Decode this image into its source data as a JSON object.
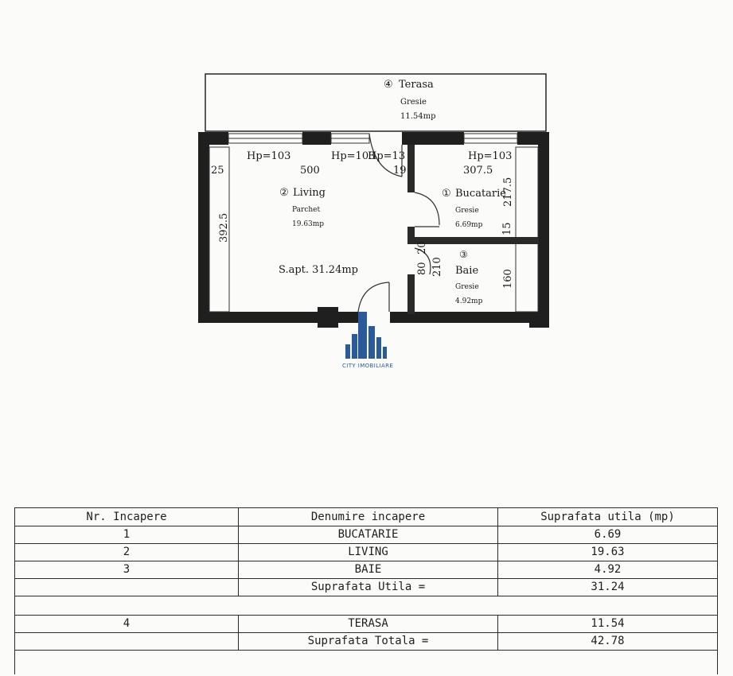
{
  "plan": {
    "rooms": [
      {
        "number": "④",
        "name": "Terasa",
        "floor": "Gresie",
        "area": "11.54mp"
      },
      {
        "number": "②",
        "name": "Living",
        "floor": "Parchet",
        "area": "19.63mp"
      },
      {
        "number": "①",
        "name": "Bucatarie",
        "floor": "Gresie",
        "area": "6.69mp"
      },
      {
        "number": "③",
        "name": "Baie",
        "floor": "Gresie",
        "area": "4.92mp"
      }
    ],
    "total_label": "S.apt. 31.24mp",
    "window_heights": [
      "Hp=103",
      "Hp=103",
      "Hp=13",
      "Hp=103"
    ],
    "dimensions": {
      "living_width": "500",
      "living_depth": "392.5",
      "offset_left": "25",
      "kitchen_width": "307.5",
      "kitchen_depth": "217.5",
      "kitchen_wall": "15",
      "small_19": "19",
      "bath_depth": "160",
      "door_80": "80",
      "door_210": "210",
      "small_20": "20"
    }
  },
  "logo": {
    "text": "CITY IMOBILIARE",
    "color": "#2a5a9a"
  },
  "table": {
    "headers": [
      "Nr. Incapere",
      "Denumire incapere",
      "Suprafata utila (mp)"
    ],
    "rows": [
      {
        "nr": "1",
        "name": "BUCATARIE",
        "area": "6.69"
      },
      {
        "nr": "2",
        "name": "LIVING",
        "area": "19.63"
      },
      {
        "nr": "3",
        "name": "BAIE",
        "area": "4.92"
      }
    ],
    "useful_label": "Suprafata Utila =",
    "useful_value": "31.24",
    "terrace": {
      "nr": "4",
      "name": "TERASA",
      "area": "11.54"
    },
    "total_label": "Suprafata Totala =",
    "total_value": "42.78"
  }
}
